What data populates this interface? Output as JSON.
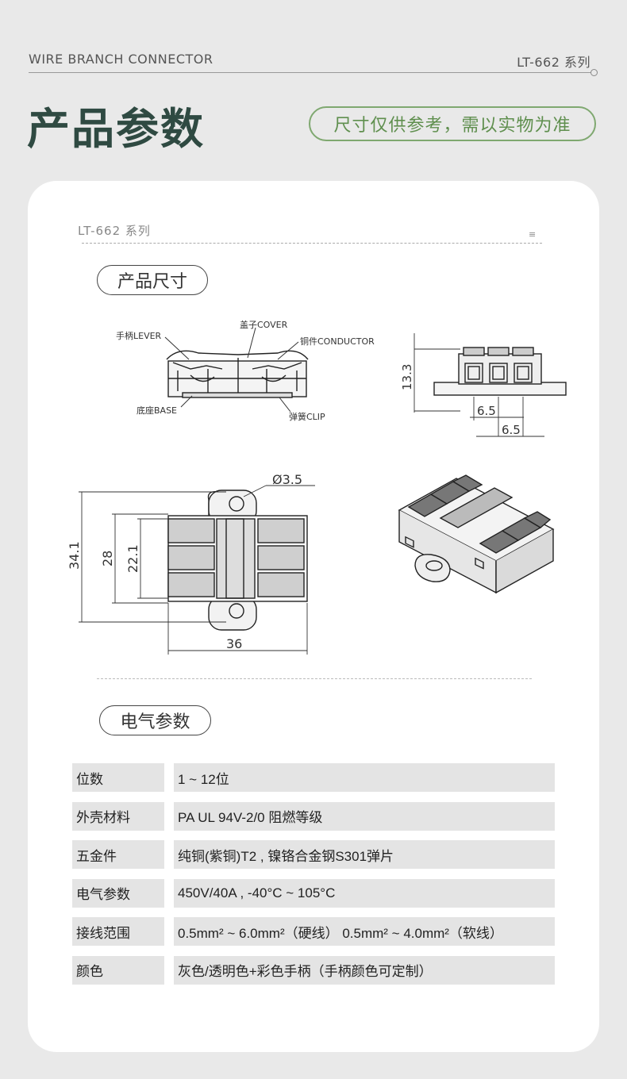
{
  "header": {
    "left_label": "WIRE BRANCH CONNECTOR",
    "right_label": "LT-662 系列"
  },
  "title": "产品参数",
  "note": "尺寸仅供参考，需以实物为准",
  "card": {
    "series_label": "LT-662 系列",
    "menu_icon": "menu-icon",
    "dimension_heading": "产品尺寸",
    "electrical_heading": "电气参数"
  },
  "drawing": {
    "labels": {
      "lever": "手柄LEVER",
      "cover": "盖子COVER",
      "conductor": "铜件CONDUCTOR",
      "base": "底座BASE",
      "clip": "弹簧CLIP"
    },
    "dims": {
      "height": "13.3",
      "pitch_a": "6.5",
      "pitch_b": "6.5",
      "hole": "Ø3.5",
      "overall_len": "34.1",
      "body_len": "28",
      "inner_len": "22.1",
      "width": "36"
    }
  },
  "specs": [
    {
      "key": "位数",
      "value": "1 ~ 12位"
    },
    {
      "key": "外壳材料",
      "value": "PA  UL 94V-2/0 阻燃等级"
    },
    {
      "key": "五金件",
      "value": "纯铜(紫铜)T2 , 镍铬合金钢S301弹片"
    },
    {
      "key": "电气参数",
      "value": "450V/40A , -40°C ~ 105°C"
    },
    {
      "key": "接线范围",
      "value": "0.5mm² ~ 6.0mm²（硬线）   0.5mm² ~ 4.0mm²（软线）"
    },
    {
      "key": "颜色",
      "value": "灰色/透明色+彩色手柄（手柄颜色可定制）"
    }
  ]
}
